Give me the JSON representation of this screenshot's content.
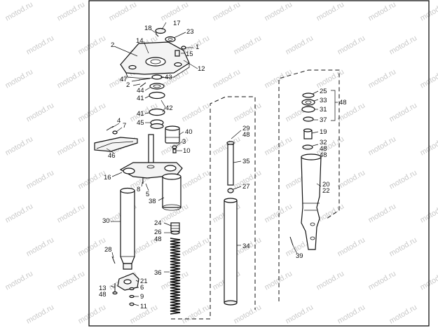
{
  "watermark_text": "motod.ru",
  "callouts": [
    {
      "id": "c1",
      "text": "1"
    },
    {
      "id": "c2a",
      "text": "2"
    },
    {
      "id": "c2b",
      "text": "2"
    },
    {
      "id": "c3",
      "text": "3"
    },
    {
      "id": "c4",
      "text": "4"
    },
    {
      "id": "c5",
      "text": "5"
    },
    {
      "id": "c6",
      "text": "6"
    },
    {
      "id": "c7",
      "text": "7"
    },
    {
      "id": "c8",
      "text": "8"
    },
    {
      "id": "c9",
      "text": "9"
    },
    {
      "id": "c10",
      "text": "10"
    },
    {
      "id": "c11",
      "text": "11"
    },
    {
      "id": "c12",
      "text": "12"
    },
    {
      "id": "c13",
      "text": "13"
    },
    {
      "id": "c14",
      "text": "14"
    },
    {
      "id": "c15",
      "text": "15"
    },
    {
      "id": "c16",
      "text": "16"
    },
    {
      "id": "c17",
      "text": "17"
    },
    {
      "id": "c18",
      "text": "18"
    },
    {
      "id": "c19",
      "text": "19"
    },
    {
      "id": "c20",
      "text": "20"
    },
    {
      "id": "c21",
      "text": "21"
    },
    {
      "id": "c22",
      "text": "22"
    },
    {
      "id": "c23",
      "text": "23"
    },
    {
      "id": "c24",
      "text": "24"
    },
    {
      "id": "c25",
      "text": "25"
    },
    {
      "id": "c26",
      "text": "26"
    },
    {
      "id": "c27",
      "text": "27"
    },
    {
      "id": "c28",
      "text": "28"
    },
    {
      "id": "c29",
      "text": "29"
    },
    {
      "id": "c30",
      "text": "30"
    },
    {
      "id": "c31",
      "text": "31"
    },
    {
      "id": "c32",
      "text": "32"
    },
    {
      "id": "c33",
      "text": "33"
    },
    {
      "id": "c34",
      "text": "34"
    },
    {
      "id": "c35",
      "text": "35"
    },
    {
      "id": "c36",
      "text": "36"
    },
    {
      "id": "c37",
      "text": "37"
    },
    {
      "id": "c38",
      "text": "38"
    },
    {
      "id": "c39",
      "text": "39"
    },
    {
      "id": "c40",
      "text": "40"
    },
    {
      "id": "c41a",
      "text": "41"
    },
    {
      "id": "c41b",
      "text": "41"
    },
    {
      "id": "c42",
      "text": "42"
    },
    {
      "id": "c43",
      "text": "43"
    },
    {
      "id": "c44",
      "text": "44"
    },
    {
      "id": "c45",
      "text": "45"
    },
    {
      "id": "c46",
      "text": "46"
    },
    {
      "id": "c47",
      "text": "47"
    },
    {
      "id": "c48a",
      "text": "48"
    },
    {
      "id": "c48b",
      "text": "48"
    },
    {
      "id": "c48c",
      "text": "48"
    },
    {
      "id": "c48d",
      "text": "48"
    },
    {
      "id": "c48e",
      "text": "48"
    },
    {
      "id": "c48f",
      "text": "48"
    }
  ]
}
